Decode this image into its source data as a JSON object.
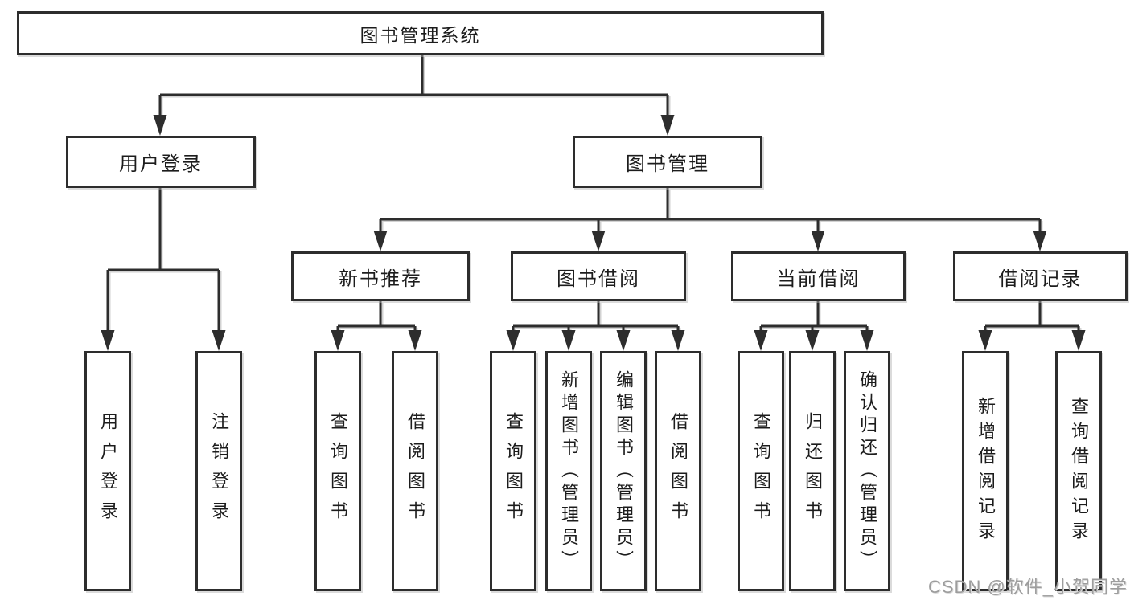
{
  "tree": {
    "root": {
      "label": "图书管理系统"
    },
    "branches": [
      {
        "label": "用户登录",
        "children": [
          {
            "label": "用户登录"
          },
          {
            "label": "注销登录"
          }
        ]
      },
      {
        "label": "图书管理",
        "children": [
          {
            "label": "新书推荐",
            "children": [
              {
                "label": "查询图书"
              },
              {
                "label": "借阅图书"
              }
            ]
          },
          {
            "label": "图书借阅",
            "children": [
              {
                "label": "查询图书"
              },
              {
                "label": "新增图书（管理员）"
              },
              {
                "label": "编辑图书（管理员）"
              },
              {
                "label": "借阅图书"
              }
            ]
          },
          {
            "label": "当前借阅",
            "children": [
              {
                "label": "查询图书"
              },
              {
                "label": "归还图书"
              },
              {
                "label": "确认归还（管理员）"
              }
            ]
          },
          {
            "label": "借阅记录",
            "children": [
              {
                "label": "新增借阅记录"
              },
              {
                "label": "查询借阅记录"
              }
            ]
          }
        ]
      }
    ]
  },
  "watermark": {
    "text": "CSDN @软件_小贺同学"
  },
  "colors": {
    "line": "#2d2d2d",
    "box_background": "#ffffff",
    "text": "#1c1c1c",
    "watermark": "#9d9d9d"
  }
}
